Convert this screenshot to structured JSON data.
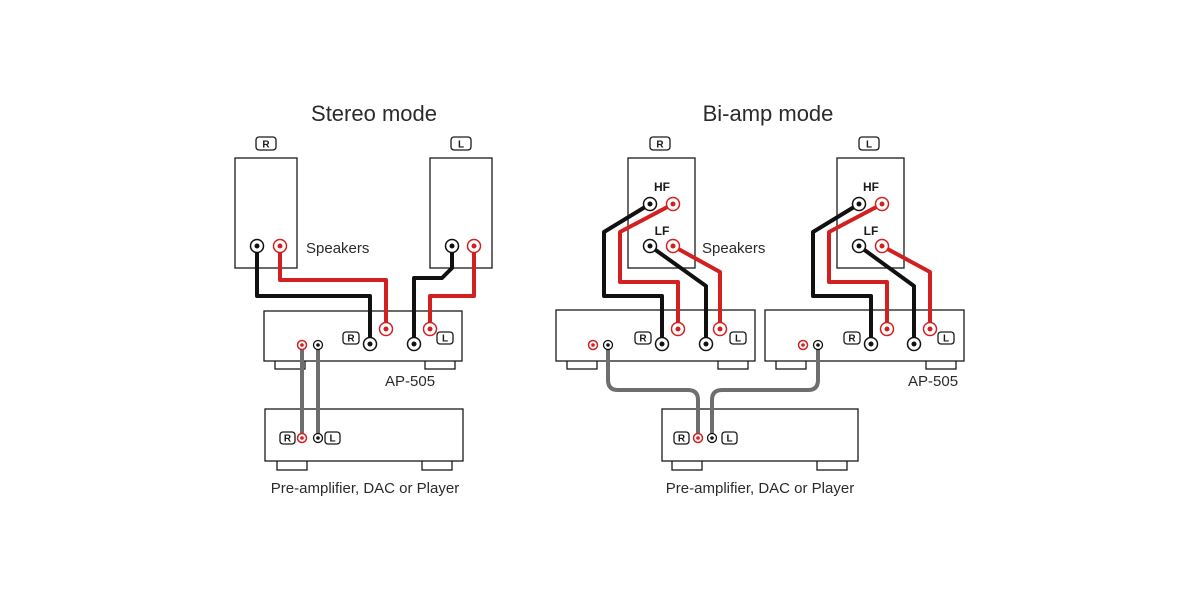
{
  "stereo": {
    "title": "Stereo mode",
    "speaker_right_badge": "R",
    "speaker_left_badge": "L",
    "speakers_label": "Speakers",
    "amp_right_badge": "R",
    "amp_left_badge": "L",
    "amp_label": "AP-505",
    "source_right_badge": "R",
    "source_left_badge": "L",
    "source_label": "Pre-amplifier, DAC or Player"
  },
  "biamp": {
    "title": "Bi-amp mode",
    "speaker_right_badge": "R",
    "speaker_left_badge": "L",
    "hf_label": "HF",
    "lf_label": "LF",
    "speakers_label": "Speakers",
    "amp_badge_right": "R",
    "amp_badge_left": "L",
    "amp_label": "AP-505",
    "source_right_badge": "R",
    "source_left_badge": "L",
    "source_label": "Pre-amplifier, DAC or Player"
  },
  "colors": {
    "positive_wire": "#d21f1f",
    "negative_wire": "#111111",
    "interconnect": "#6e6e6e"
  }
}
